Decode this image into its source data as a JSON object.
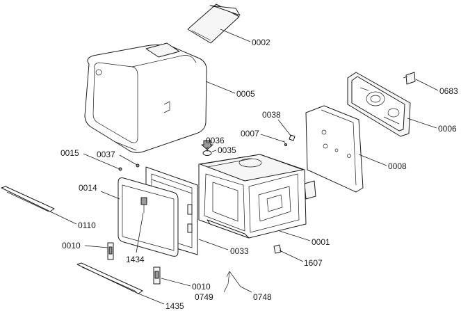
{
  "diagram": {
    "labels": [
      {
        "id": "p0002",
        "text": "0002"
      },
      {
        "id": "p0005",
        "text": "0005"
      },
      {
        "id": "p0683",
        "text": "0683"
      },
      {
        "id": "p0006",
        "text": "0006"
      },
      {
        "id": "p0038",
        "text": "0038"
      },
      {
        "id": "p0007",
        "text": "0007"
      },
      {
        "id": "p0036",
        "text": "0036"
      },
      {
        "id": "p0035",
        "text": "0035"
      },
      {
        "id": "p0008",
        "text": "0008"
      },
      {
        "id": "p0015",
        "text": "0015"
      },
      {
        "id": "p0037",
        "text": "0037"
      },
      {
        "id": "p0014",
        "text": "0014"
      },
      {
        "id": "p0110",
        "text": "0110"
      },
      {
        "id": "p0033",
        "text": "0033"
      },
      {
        "id": "p0001",
        "text": "0001"
      },
      {
        "id": "p0010a",
        "text": "0010"
      },
      {
        "id": "p1434",
        "text": "1434"
      },
      {
        "id": "p1607",
        "text": "1607"
      },
      {
        "id": "p0010b",
        "text": "0010"
      },
      {
        "id": "p0749",
        "text": "0749"
      },
      {
        "id": "p0748",
        "text": "0748"
      },
      {
        "id": "p1435",
        "text": "1435"
      }
    ]
  }
}
